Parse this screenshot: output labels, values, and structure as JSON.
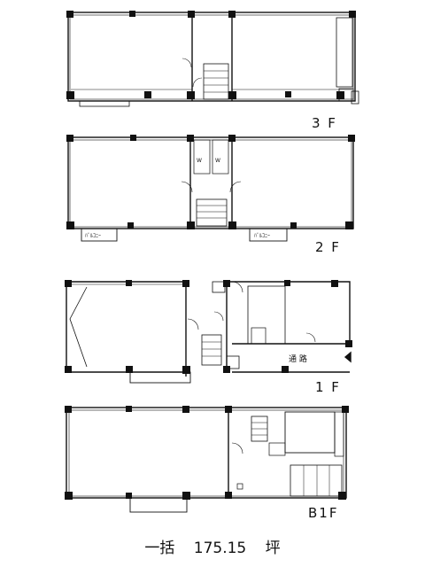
{
  "floors": [
    {
      "id": "3F",
      "label": "3 F",
      "balconies": []
    },
    {
      "id": "2F",
      "label": "2 F",
      "balconies": [
        "ﾊﾞﾙｺﾆｰ",
        "ﾊﾞﾙｺﾆｰ"
      ]
    },
    {
      "id": "1F",
      "label": "1 F",
      "corridor": "通 路",
      "balconies": []
    },
    {
      "id": "B1F",
      "label": "B1F",
      "balconies": []
    }
  ],
  "summary": {
    "prefix": "一括",
    "area": "175.15",
    "unit": "坪"
  },
  "colors": {
    "line": "#111111",
    "paper": "#ffffff"
  }
}
